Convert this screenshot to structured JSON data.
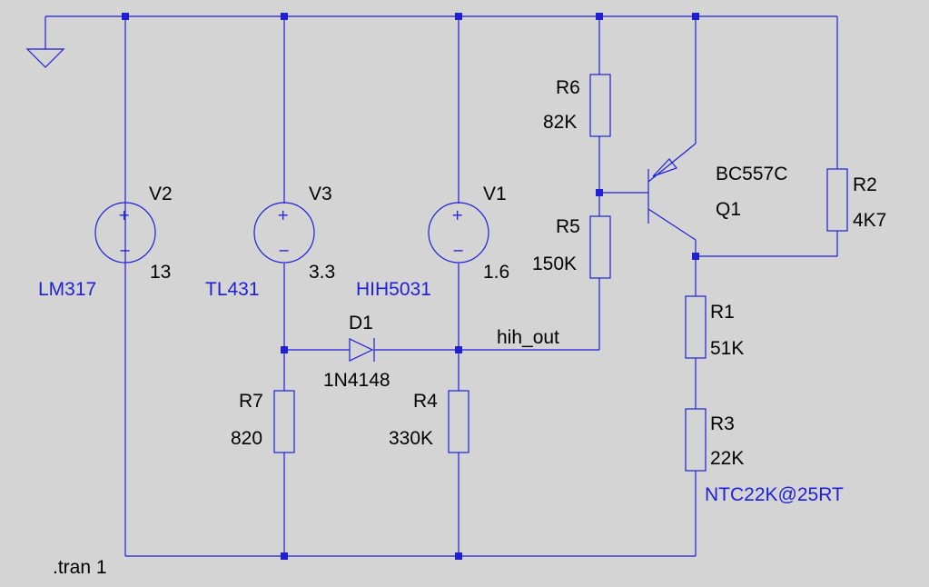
{
  "schematic": {
    "directive": ".tran 1",
    "net_label": "hih_out",
    "sources": {
      "v2": {
        "name": "V2",
        "value": "13",
        "model": "LM317"
      },
      "v3": {
        "name": "V3",
        "value": "3.3",
        "model": "TL431"
      },
      "v1": {
        "name": "V1",
        "value": "1.6",
        "model": "HIH5031"
      }
    },
    "diode": {
      "name": "D1",
      "value": "1N4148"
    },
    "transistor": {
      "name": "Q1",
      "model": "BC557C"
    },
    "resistors": {
      "r1": {
        "name": "R1",
        "value": "51K"
      },
      "r2": {
        "name": "R2",
        "value": "4K7"
      },
      "r3": {
        "name": "R3",
        "value": "22K",
        "note": "NTC22K@25RT"
      },
      "r4": {
        "name": "R4",
        "value": "330K"
      },
      "r5": {
        "name": "R5",
        "value": "150K"
      },
      "r6": {
        "name": "R6",
        "value": "82K"
      },
      "r7": {
        "name": "R7",
        "value": "820"
      }
    },
    "plus_sign": "+",
    "minus_sign": "−",
    "colors": {
      "wire": "#1f1fd6",
      "background": "#d4d4d4",
      "text": "#000000"
    }
  }
}
